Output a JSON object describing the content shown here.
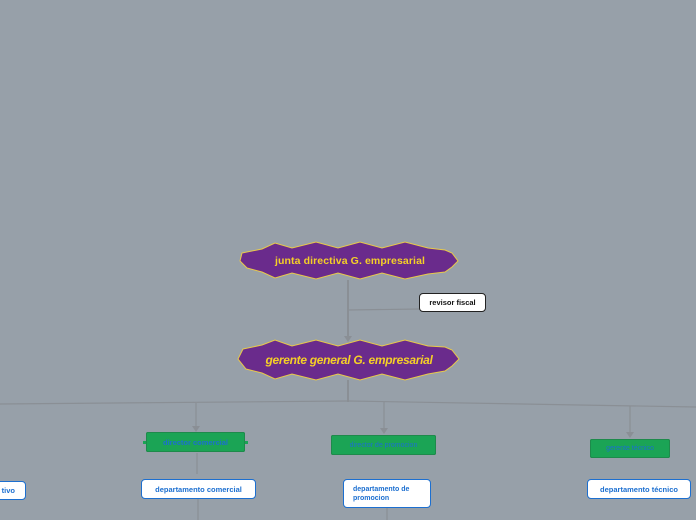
{
  "nodes": {
    "junta": {
      "label": "junta directiva G. empresarial",
      "fill": "#6a2b8c",
      "text_color": "#f5d027",
      "border": "#e8c94a"
    },
    "revisor": {
      "label": "revisor fiscal",
      "border": "#222222",
      "text_color": "#111111"
    },
    "gerente": {
      "label": "gerente general G. empresarial",
      "fill": "#6a2b8c",
      "text_color": "#f5d027",
      "border": "#e8c94a"
    },
    "director_comercial": {
      "label": "director comercial",
      "fill": "#1ba455",
      "text_color": "#1c6fd0"
    },
    "director_promocion": {
      "label": "director de promocion",
      "fill": "#1ba455",
      "text_color": "#1c6fd0"
    },
    "gerente_tecnico": {
      "label": "gerente técnico",
      "fill": "#1ba455",
      "text_color": "#1c6fd0"
    },
    "departamento_comercial": {
      "label": "departamento comercial",
      "border": "#1c6fd0",
      "text_color": "#1c6fd0"
    },
    "departamento_promocion": {
      "label": "departamento de promocion",
      "border": "#1c6fd0",
      "text_color": "#1c6fd0"
    },
    "departamento_tecnico": {
      "label": "departamento técnico",
      "border": "#1c6fd0",
      "text_color": "#1c6fd0"
    },
    "left_partial": {
      "label": "tivo",
      "border": "#1c6fd0",
      "text_color": "#1c6fd0"
    }
  },
  "connector_color": "#8a8f95"
}
